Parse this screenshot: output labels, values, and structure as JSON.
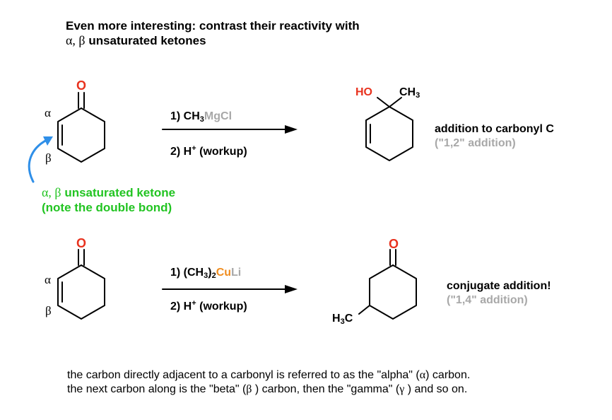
{
  "title": {
    "line1": "Even more interesting: contrast their reactivity with",
    "line2_greek": "α, β",
    "line2_text": " unsaturated ketones"
  },
  "labels": {
    "alpha": "α",
    "beta": "β",
    "oxygen": "O",
    "ho": "HO",
    "ch": "CH",
    "three": "3",
    "h3c_h": "H",
    "h3c_c": "C"
  },
  "note": {
    "line1_greek": "α, β",
    "line1_text": " unsaturated ketone",
    "line2": "(note the double bond)"
  },
  "reaction1": {
    "step1_prefix": "1) CH",
    "step1_sub": "3",
    "step1_reagent": "MgCl",
    "step2_prefix": "2) H",
    "step2_sup": "+",
    "step2_suffix": " (workup)"
  },
  "reaction2": {
    "step1_prefix": "1) (CH",
    "step1_sub": "3",
    "step1_mid": ")",
    "step1_sub2": "2",
    "step1_cu": "Cu",
    "step1_li": "Li",
    "step2_prefix": "2) H",
    "step2_sup": "+",
    "step2_suffix": " (workup)"
  },
  "result1": {
    "main": "addition to carbonyl C",
    "sub": "(\"1,2\" addition)"
  },
  "result2": {
    "main": "conjugate addition!",
    "sub": "(\"1,4\" addition)"
  },
  "footer": {
    "l1_a": "the carbon directly adjacent to a carbonyl is referred to as the \"alpha\" (",
    "l1_greek": "α",
    "l1_b": ") carbon.",
    "l2_a": "the next carbon along is the \"beta\" (",
    "l2_greek": "β",
    "l2_b": " ) carbon, then the \"gamma\" (",
    "l2_greek2": "γ",
    "l2_c": " ) and so on."
  },
  "colors": {
    "oxygen": "#e8321e",
    "green": "#22c422",
    "gray": "#a8a8a8",
    "orange": "#f08c1e",
    "arrow_blue": "#2f8fe8"
  }
}
